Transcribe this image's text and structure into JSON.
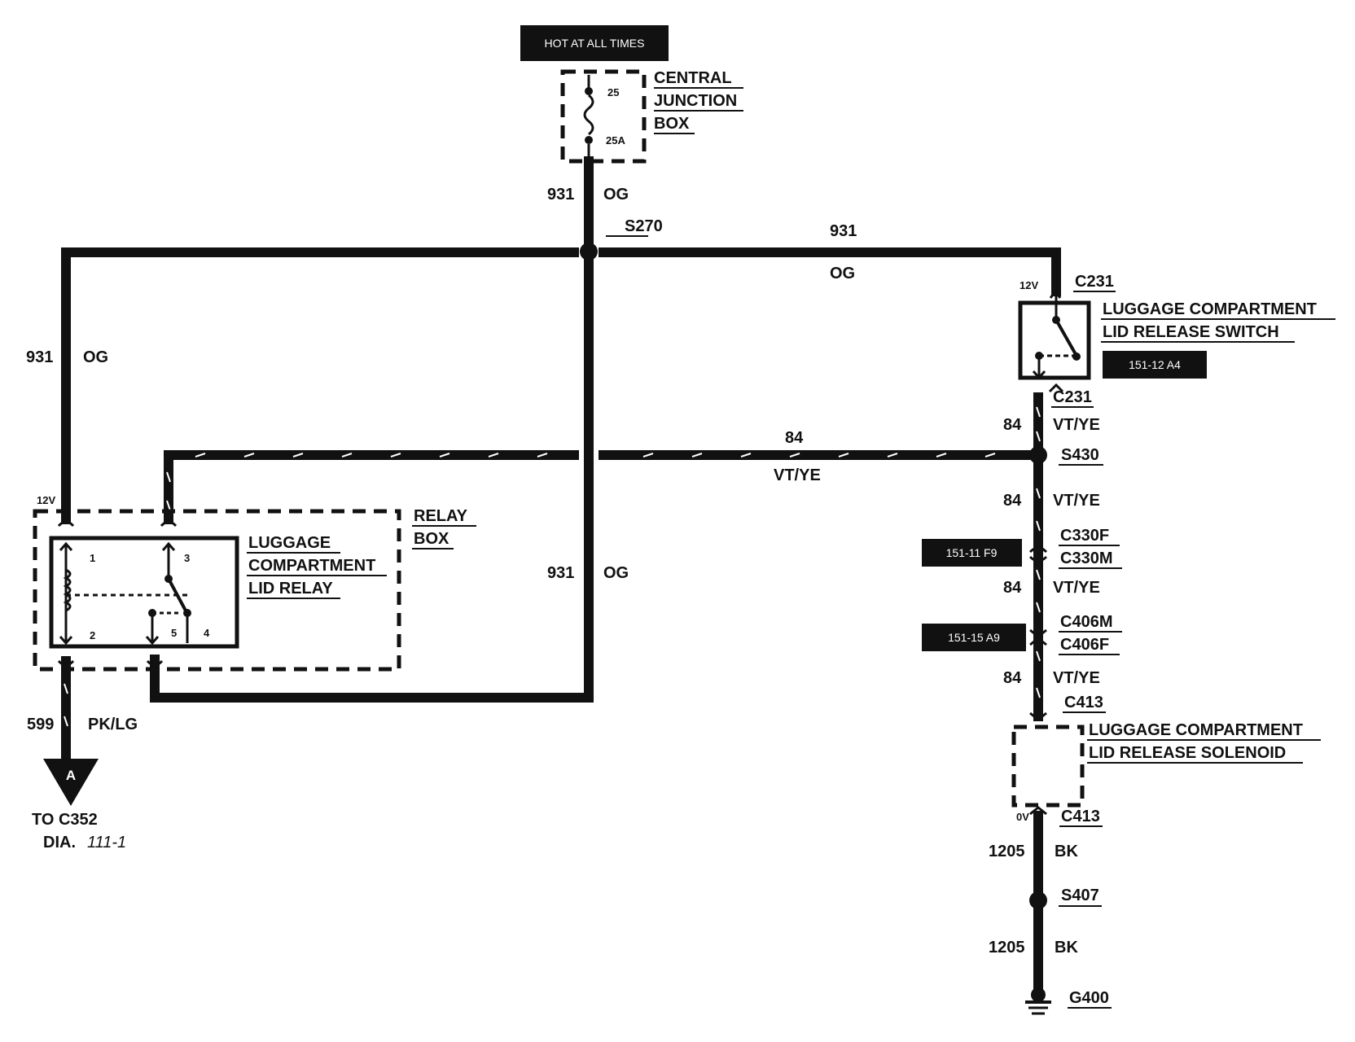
{
  "power": {
    "hot_label": "HOT AT ALL TIMES",
    "junction_title": [
      "CENTRAL",
      "JUNCTION",
      "BOX"
    ],
    "fuse_num": "25",
    "fuse_rating": "25A"
  },
  "splice": {
    "s270": "S270",
    "s430": "S430",
    "s407": "S407"
  },
  "wires": {
    "og_num": "931",
    "og_color": "OG",
    "vtye_num": "84",
    "vtye_color": "VT/YE",
    "pklg_num": "599",
    "pklg_color": "PK/LG",
    "bk_num": "1205",
    "bk_color": "BK"
  },
  "relay": {
    "box_title": [
      "RELAY",
      "BOX"
    ],
    "relay_title": [
      "LUGGAGE",
      "COMPARTMENT",
      "LID RELAY"
    ],
    "voltage": "12V",
    "pins": [
      "1",
      "2",
      "3",
      "4",
      "5"
    ]
  },
  "switch": {
    "title": [
      "LUGGAGE COMPARTMENT",
      "LID RELEASE SWITCH"
    ],
    "voltage": "12V",
    "connector": "C231",
    "ref": "151-12 A4"
  },
  "connectors": {
    "c330f": "C330F",
    "c330m": "C330M",
    "c330_ref": "151-11 F9",
    "c406m": "C406M",
    "c406f": "C406F",
    "c406_ref": "151-15 A9",
    "c413": "C413"
  },
  "solenoid": {
    "title": [
      "LUGGAGE COMPARTMENT",
      "LID RELEASE SOLENOID"
    ],
    "voltage": "0V"
  },
  "ground": {
    "label": "G400"
  },
  "offpage": {
    "marker": "A",
    "to_label": "TO C352",
    "dia_label": "DIA.",
    "dia_ref": "111-1"
  }
}
